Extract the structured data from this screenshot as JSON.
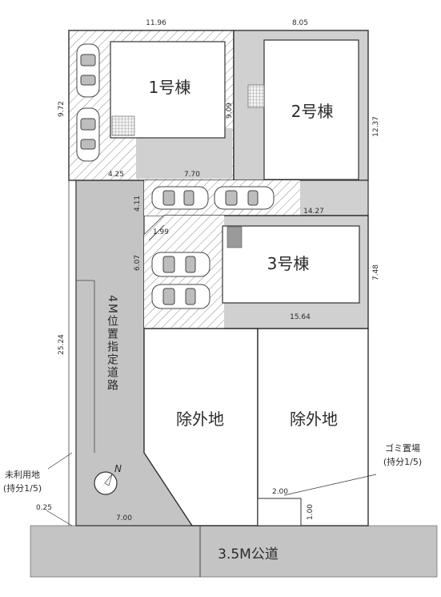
{
  "dimensions": {
    "top_left_width": "11.96",
    "top_right_width": "8.05",
    "left_height": "9.72",
    "lot1_inner_height": "9.09",
    "lot2_height": "12.37",
    "lot1_bottom": "4.25",
    "lot1_bottom_right": "7.70",
    "parking_height": "4.11",
    "parking_width": "14.27",
    "corner_cut": "1.99",
    "lot3_left": "6.07",
    "lot3_height": "7.48",
    "lot3_width": "15.64",
    "total_height": "25.24",
    "road_width_bottom": "7.00",
    "garbage_width": "2.00",
    "garbage_depth": "1.00",
    "unused_width": "0.25"
  },
  "labels": {
    "lot1": "1号棟",
    "lot2": "2号棟",
    "lot3": "3号棟",
    "excluded_left": "除外地",
    "excluded_right": "除外地",
    "road_private": "4M位置指定道路",
    "road_public": "3.5M公道",
    "garbage_line1": "ゴミ置場",
    "garbage_line2": "(持分1/5)",
    "unused_line1": "未利用地",
    "unused_line2": "(持分1/5)",
    "north": "N"
  },
  "colors": {
    "road_gray": "#c4c4c4",
    "yard_gray": "#d0d0d0",
    "line": "#333333",
    "building": "#ffffff"
  }
}
